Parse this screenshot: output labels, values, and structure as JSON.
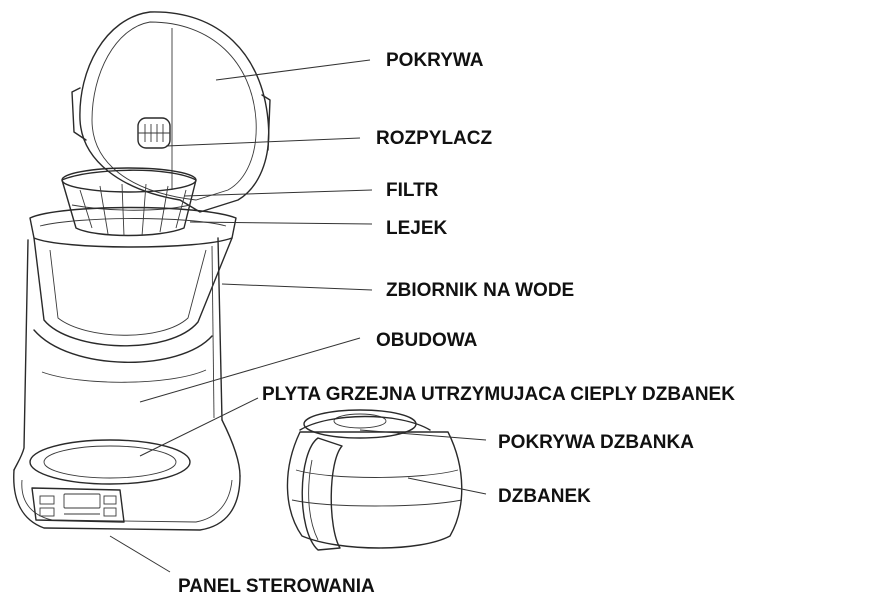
{
  "labels": {
    "pokrywa": "POKRYWA",
    "rozpylacz": "ROZPYLACZ",
    "filtr": "FILTR",
    "lejek": "LEJEK",
    "zbiornik": "ZBIORNIK NA WODE",
    "obudowa": "OBUDOWA",
    "plyta": "PLYTA GRZEJNA UTRZYMUJACA CIEPLY DZBANEK",
    "pokrywa_dzbanka": "POKRYWA DZBANKA",
    "dzbanek": "DZBANEK",
    "panel": "PANEL STEROWANIA"
  }
}
